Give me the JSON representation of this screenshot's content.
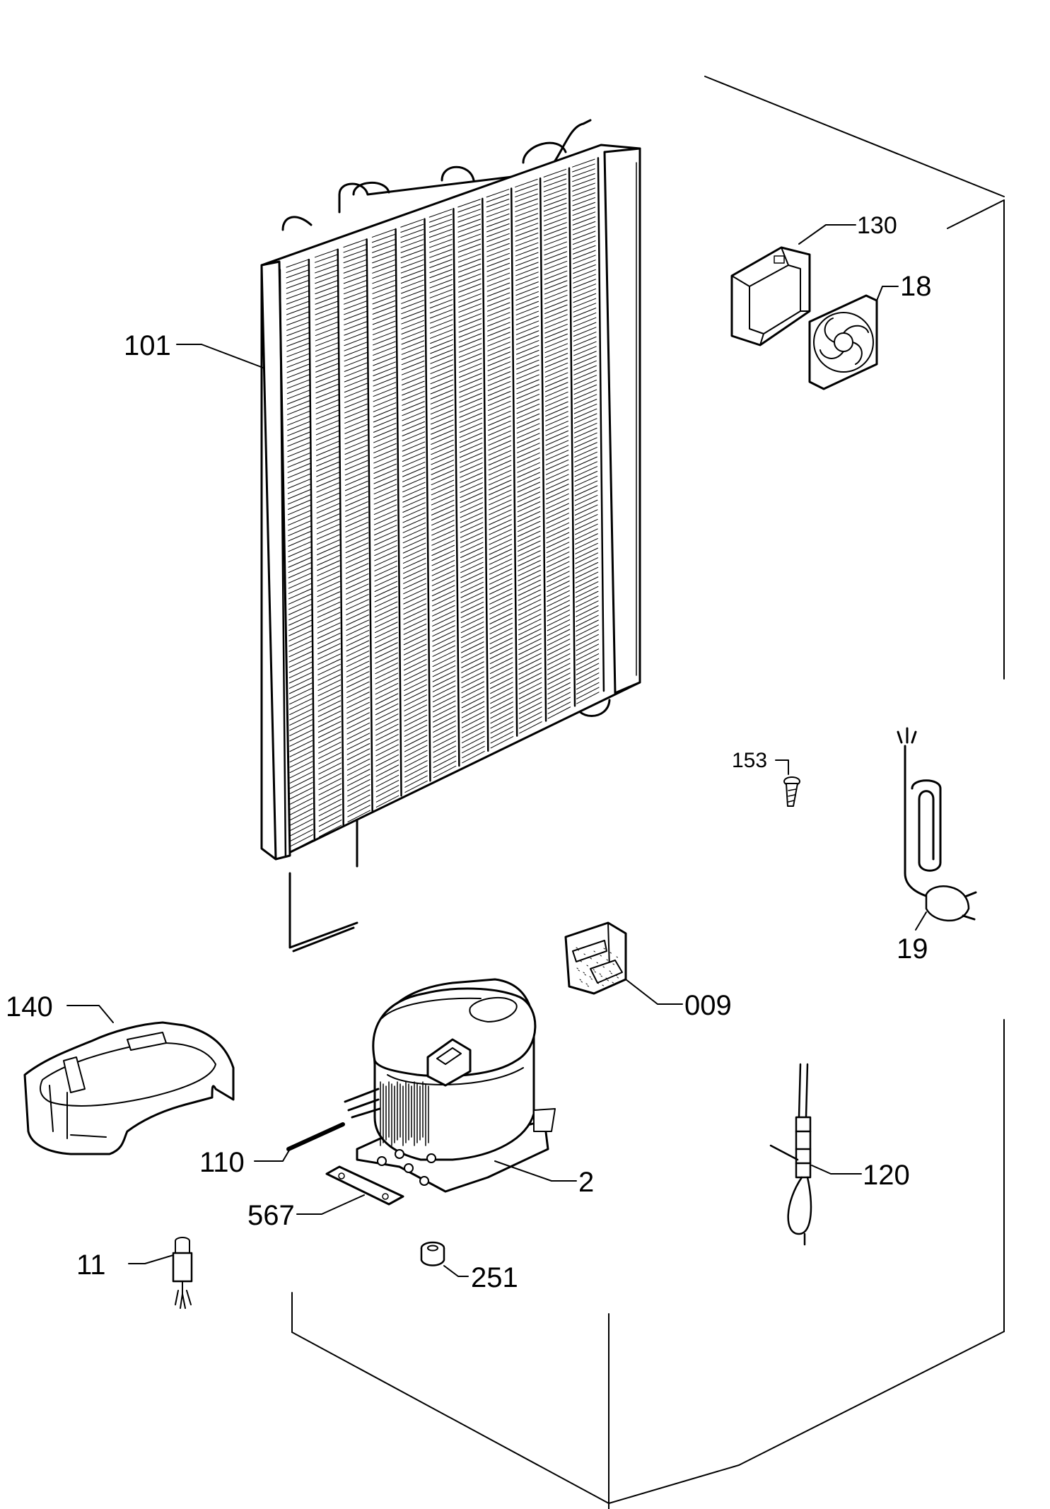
{
  "colors": {
    "ink": "#000000",
    "paper": "#ffffff"
  },
  "callouts": [
    {
      "id": "condenser",
      "label": "101"
    },
    {
      "id": "fan-shroud",
      "label": "130"
    },
    {
      "id": "fan",
      "label": "18"
    },
    {
      "id": "screw",
      "label": "153"
    },
    {
      "id": "power-cord",
      "label": "19"
    },
    {
      "id": "relay",
      "label": "009"
    },
    {
      "id": "tray",
      "label": "140"
    },
    {
      "id": "tube",
      "label": "110"
    },
    {
      "id": "compressor",
      "label": "2"
    },
    {
      "id": "bracket",
      "label": "567"
    },
    {
      "id": "drier",
      "label": "11"
    },
    {
      "id": "grommet",
      "label": "251"
    },
    {
      "id": "sensor",
      "label": "120"
    }
  ]
}
